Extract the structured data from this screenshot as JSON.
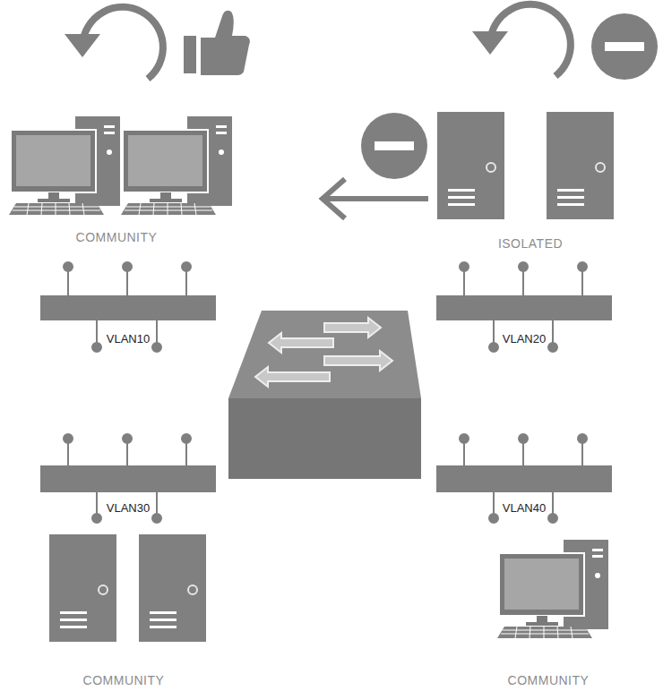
{
  "diagram": {
    "nodes": [
      {
        "text": [
          "VLAN10"
        ]
      },
      {
        "text": [
          "VLAN20"
        ]
      },
      {
        "text": [
          "VLAN30"
        ]
      },
      {
        "text": [
          "VLAN40"
        ]
      }
    ],
    "labels": [
      "COMMUNITY",
      "ISOLATED",
      "COMMUNITY",
      "COMMUNITY"
    ]
  }
}
